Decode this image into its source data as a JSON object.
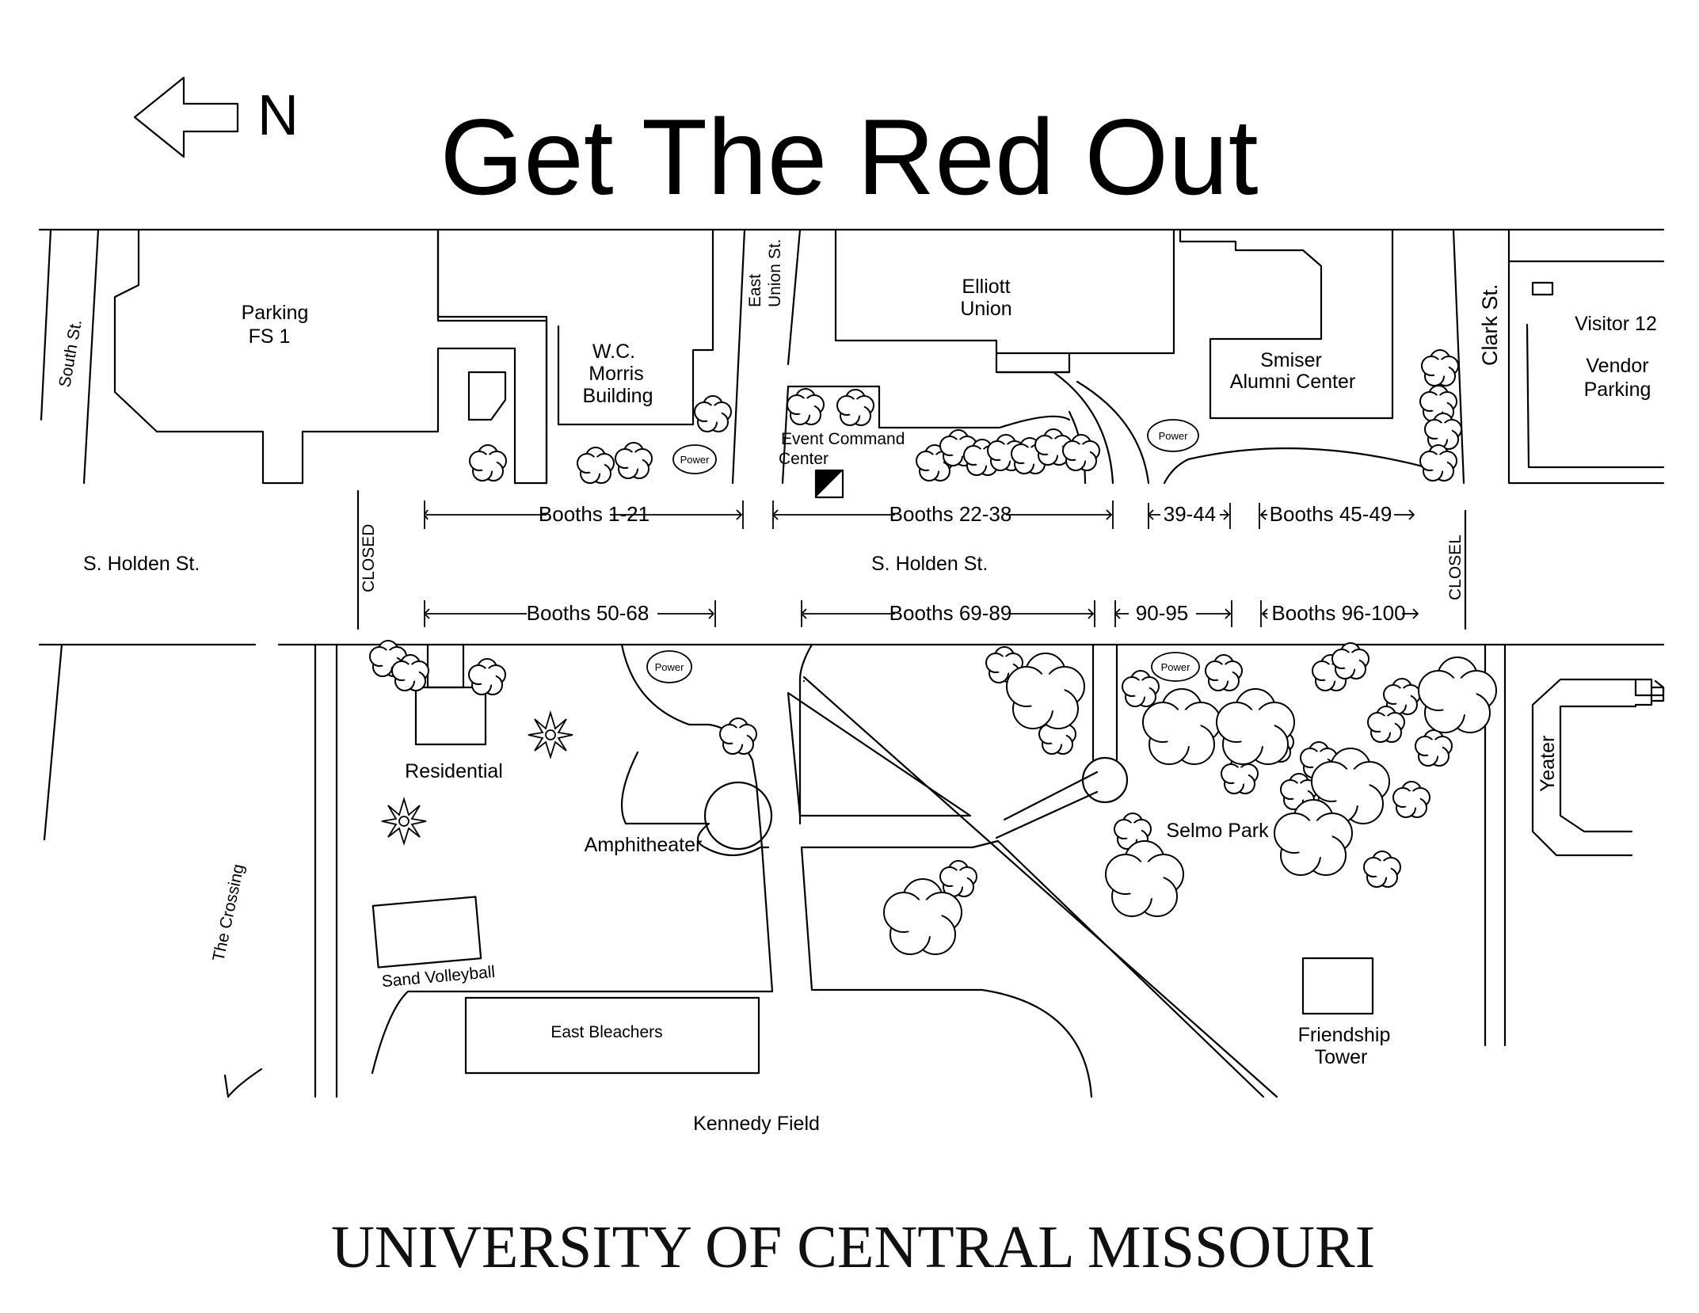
{
  "title": "Get The Red Out",
  "north_label": "N",
  "footer": "UNIVERSITY OF CENTRAL MISSOURI",
  "streets": {
    "south": "South St.",
    "east_union": [
      "East",
      "Union St."
    ],
    "clark": "Clark St.",
    "holden_left": "S. Holden St.",
    "holden_mid": "S. Holden St.",
    "closed_left": "CLOSED",
    "closed_right": "CLOSEL",
    "crossing": "The Crossing"
  },
  "buildings": {
    "parking": [
      "Parking",
      "FS 1"
    ],
    "morris": [
      "W.C.",
      "Morris",
      "Building"
    ],
    "elliott": [
      "Elliott",
      "Union"
    ],
    "smiser": [
      "Smiser",
      "Alumni Center"
    ],
    "visitor": [
      "Visitor 12",
      "Vendor",
      "Parking"
    ],
    "command": [
      "Event Command",
      "Center"
    ],
    "residential": "Residential",
    "amphitheater": "Amphitheater",
    "sand_volleyball": "Sand Volleyball",
    "east_bleachers": "East Bleachers",
    "kennedy": "Kennedy Field",
    "selmo": "Selmo Park",
    "friendship": [
      "Friendship",
      "Tower"
    ],
    "yeater": "Yeater"
  },
  "power_label": "Power",
  "booths": {
    "b1": "Booths 1-21",
    "b22": "Booths 22-38",
    "b39": "39-44",
    "b45": "Booths 45-49",
    "b50": "Booths 50-68",
    "b69": "Booths 69-89",
    "b90": "90-95",
    "b96": "Booths 96-100"
  }
}
